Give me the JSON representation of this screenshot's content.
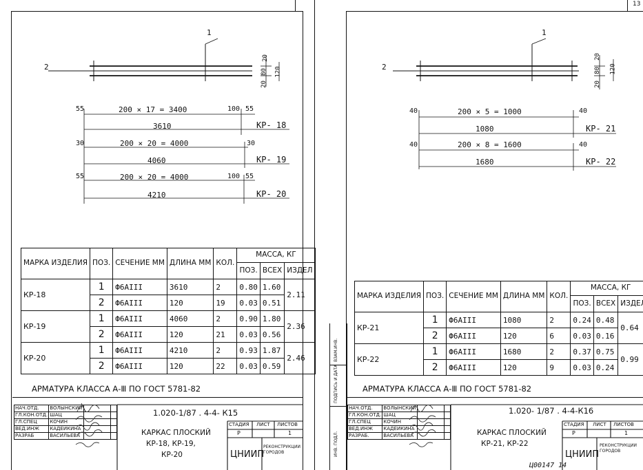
{
  "left": {
    "pos1": "1",
    "pos2": "2",
    "dim_top": "20",
    "dim_mid": "80",
    "dim_bot": "20",
    "dim_total": "120",
    "rows": [
      {
        "left": "55",
        "formula": "200  ×  17  = 3400",
        "right1": "100",
        "right2": "55",
        "total": "3610",
        "mark": "КР- 18"
      },
      {
        "left": "30",
        "formula": "200   × 20 = 4000",
        "right1": "",
        "right2": "30",
        "total": "4060",
        "mark": "КР- 19"
      },
      {
        "left": "55",
        "formula": "200   × 20  = 4000",
        "right1": "100",
        "right2": "55",
        "total": "4210",
        "mark": "КР- 20"
      }
    ],
    "table": {
      "h_mark": "МАРКА ИЗДЕЛИЯ",
      "h_pos": "ПОЗ.",
      "h_sec": "СЕЧЕНИЕ ММ",
      "h_len": "ДЛИНА ММ",
      "h_qty": "КОЛ.",
      "h_mass": "МАССА, КГ",
      "h_mpos": "ПОЗ.",
      "h_mall": "ВСЕХ",
      "h_mizd": "ИЗДЕЛ",
      "items": [
        {
          "mark": "КР-18",
          "total": "2.11",
          "r": [
            {
              "pos": "1",
              "sec": "Ф6АIII",
              "len": "3610",
              "qty": "2",
              "mpos": "0.80",
              "mall": "1.60"
            },
            {
              "pos": "2",
              "sec": "Ф6АIII",
              "len": "120",
              "qty": "19",
              "mpos": "0.03",
              "mall": "0.51"
            }
          ]
        },
        {
          "mark": "КР-19",
          "total": "2.36",
          "r": [
            {
              "pos": "1",
              "sec": "Ф6АIII",
              "len": "4060",
              "qty": "2",
              "mpos": "0.90",
              "mall": "1.80"
            },
            {
              "pos": "2",
              "sec": "Ф6АIII",
              "len": "120",
              "qty": "21",
              "mpos": "0.03",
              "mall": "0.56"
            }
          ]
        },
        {
          "mark": "КР-20",
          "total": "2.46",
          "r": [
            {
              "pos": "1",
              "sec": "Ф6АIII",
              "len": "4210",
              "qty": "2",
              "mpos": "0.93",
              "mall": "1.87"
            },
            {
              "pos": "2",
              "sec": "Ф6АIII",
              "len": "120",
              "qty": "22",
              "mpos": "0.03",
              "mall": "0.59"
            }
          ]
        }
      ]
    },
    "note": "АРМАТУРА  КЛАССА  А-Ⅲ     ПО  ГОСТ  5781-82",
    "code": "1.020-1/87 . 4-4- К15",
    "title1": "КАРКАС  ПЛОСКИЙ",
    "title2": "КР-18, КР-19,",
    "title3": "КР-20",
    "stage_h": "СТАДИЯ",
    "sheet_h": "ЛИСТ",
    "sheets_h": "ЛИСТОВ",
    "stage": "Р",
    "sheets": "1",
    "org": "ЦНИИП",
    "org2": "РЕКОНСТРУКЦИИ ГОРОДОВ",
    "staff": [
      {
        "role": "НАЧ.ОТД.",
        "name": "ВОЛЫНСКИЙ"
      },
      {
        "role": "ГЛ.КОН.ОТД.",
        "name": "ШАЦ"
      },
      {
        "role": "ГЛ.СПЕЦ",
        "name": "КОЧИН"
      },
      {
        "role": "ВЕД.ИНЖ",
        "name": "КАДЕЙКИНА"
      },
      {
        "role": "РАЗРАБ",
        "name": "ВАСИЛЬЕВА"
      }
    ]
  },
  "right": {
    "pos1": "1",
    "pos2": "2",
    "dim_top": "20",
    "dim_mid": "80",
    "dim_bot": "20",
    "dim_total": "120",
    "page_num": "13",
    "rows": [
      {
        "left": "40",
        "formula": "200  × 5  = 1000",
        "right2": "40",
        "total": "1080",
        "mark": "КР- 21"
      },
      {
        "left": "40",
        "formula": "200  × 8  = 1600",
        "right2": "40",
        "total": "1680",
        "mark": "КР- 22"
      }
    ],
    "table": {
      "h_mark": "МАРКА ИЗДЕЛИЯ",
      "h_pos": "ПОЗ.",
      "h_sec": "СЕЧЕНИЕ ММ",
      "h_len": "ДЛИНА ММ",
      "h_qty": "КОЛ.",
      "h_mass": "МАССА, КГ",
      "h_mpos": "ПОЗ.",
      "h_mall": "ВСЕХ",
      "h_mizd": "ИЗДЕЛ.",
      "items": [
        {
          "mark": "КР-21",
          "total": "0.64",
          "r": [
            {
              "pos": "1",
              "sec": "Ф6АIII",
              "len": "1080",
              "qty": "2",
              "mpos": "0.24",
              "mall": "0.48"
            },
            {
              "pos": "2",
              "sec": "Ф6АIII",
              "len": "120",
              "qty": "6",
              "mpos": "0.03",
              "mall": "0.16"
            }
          ]
        },
        {
          "mark": "КР-22",
          "total": "0.99",
          "r": [
            {
              "pos": "1",
              "sec": "Ф6АIII",
              "len": "1680",
              "qty": "2",
              "mpos": "0.37",
              "mall": "0.75"
            },
            {
              "pos": "2",
              "sec": "Ф6АIII",
              "len": "120",
              "qty": "9",
              "mpos": "0.03",
              "mall": "0.24"
            }
          ]
        }
      ]
    },
    "note": "АРМАТУРА  КЛАССА  А-Ⅲ     ПО  ГОСТ  5781-82",
    "code": "1.020- 1/87 . 4-4-К16",
    "title1": "КАРКАС  ПЛОСКИЙ",
    "title2": "КР-21, КР-22",
    "stage_h": "СТАДИЯ",
    "sheet_h": "ЛИСТ",
    "sheets_h": "ЛИСТОВ",
    "stage": "Р",
    "sheets": "1",
    "org": "ЦНИИП",
    "org2": "РЕКОНСТРУКЦИИ ГОРОДОВ",
    "margin1": "ВЗАМ.ИНВ.",
    "margin2": "ПОДПИСЬ И ДАТА",
    "margin3": "ИНВ. ПОДЛ.",
    "archive": "Ц00147   14",
    "staff": [
      {
        "role": "НАЧ.ОТД.",
        "name": "ВОЛЫНСКИЙ"
      },
      {
        "role": "ГЛ.КОН.ОТД.",
        "name": "ШАЦ"
      },
      {
        "role": "ГЛ.СПЕЦ",
        "name": "КОЧИН"
      },
      {
        "role": "ВЕД.ИНЖ",
        "name": "КАДЕЙКИНА"
      },
      {
        "role": "РАЗРАБ.",
        "name": "ВАСИЛЬЕВА"
      }
    ]
  }
}
